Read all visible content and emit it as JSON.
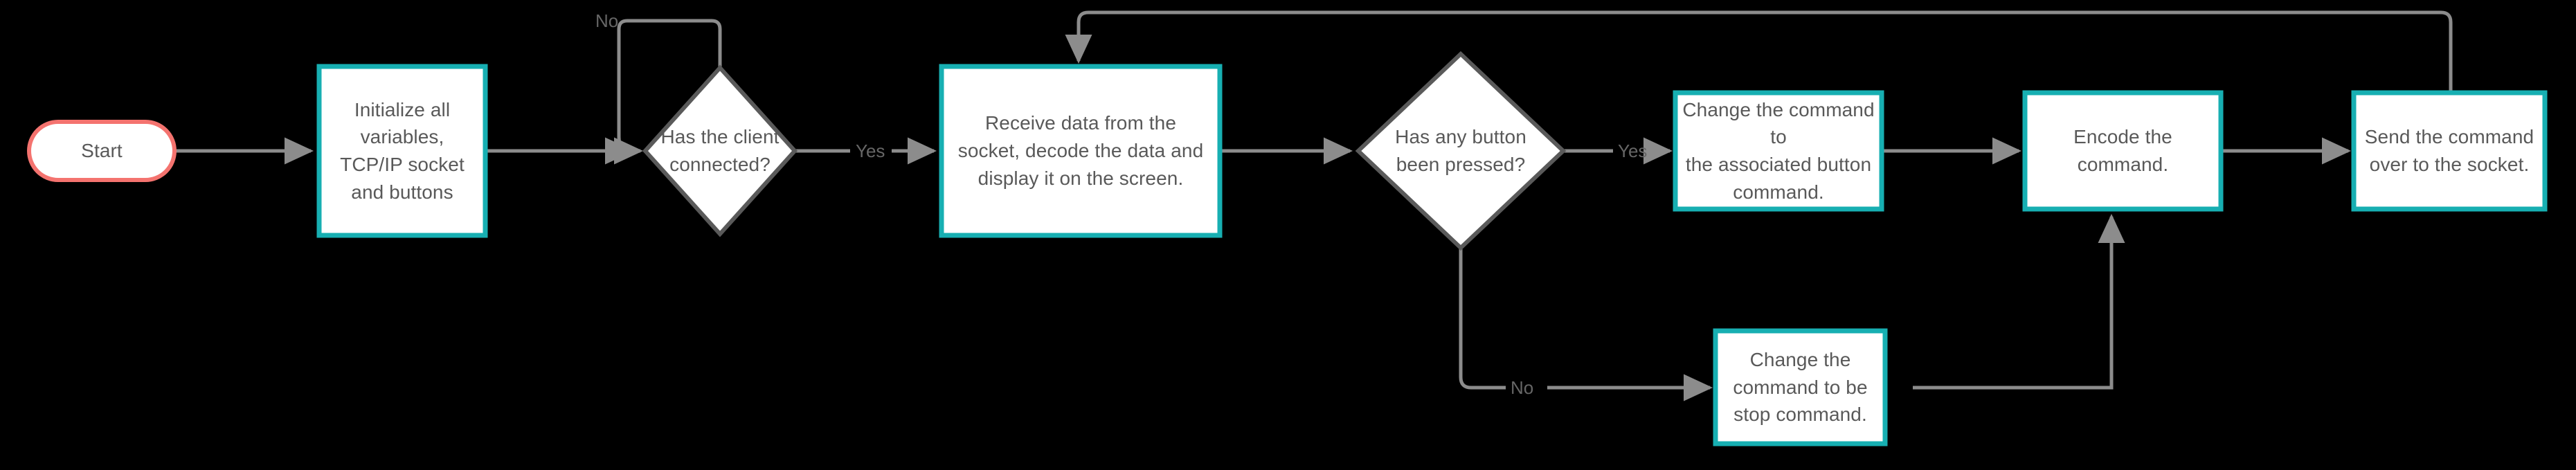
{
  "diagram": {
    "title": "TCP/IP socket client command flowchart",
    "background_color": "#000000",
    "colors": {
      "terminator_border": "#F4736F",
      "process_border": "#17AFB2",
      "decision_border": "#5A5A5A",
      "node_fill": "#FFFFFF",
      "edge": "#8C8C8C",
      "text": "#595959"
    },
    "nodes": [
      {
        "id": "start",
        "shape": "terminator",
        "label": "Start"
      },
      {
        "id": "initialize",
        "shape": "process",
        "label": "Initialize all\nvariables,\nTCP/IP socket\nand buttons"
      },
      {
        "id": "client-connected",
        "shape": "decision",
        "label": "Has the client\nconnected?"
      },
      {
        "id": "receive-data",
        "shape": "process",
        "label": "Receive data from the\nsocket, decode the data and\ndisplay it on the screen."
      },
      {
        "id": "button-pressed",
        "shape": "decision",
        "label": "Has any button\nbeen pressed?"
      },
      {
        "id": "change-command",
        "shape": "process",
        "label": "Change the command to\nthe associated button\ncommand."
      },
      {
        "id": "encode-command",
        "shape": "process",
        "label": "Encode the\ncommand."
      },
      {
        "id": "send-command",
        "shape": "process",
        "label": "Send the command\nover to the socket."
      },
      {
        "id": "stop-command",
        "shape": "process",
        "label": "Change the\ncommand to be\nstop command."
      }
    ],
    "edges": [
      {
        "id": "start-to-initialize",
        "from": "start",
        "to": "initialize",
        "label": ""
      },
      {
        "id": "initialize-to-client-connected",
        "from": "initialize",
        "to": "client-connected",
        "label": ""
      },
      {
        "id": "client-connected-no-loop",
        "from": "client-connected",
        "to": "client-connected",
        "label": "No"
      },
      {
        "id": "client-connected-yes",
        "from": "client-connected",
        "to": "receive-data",
        "label": "Yes"
      },
      {
        "id": "receive-to-button-pressed",
        "from": "receive-data",
        "to": "button-pressed",
        "label": ""
      },
      {
        "id": "button-pressed-yes",
        "from": "button-pressed",
        "to": "change-command",
        "label": "Yes"
      },
      {
        "id": "button-pressed-no",
        "from": "button-pressed",
        "to": "stop-command",
        "label": "No"
      },
      {
        "id": "change-to-encode",
        "from": "change-command",
        "to": "encode-command",
        "label": ""
      },
      {
        "id": "stop-to-encode",
        "from": "stop-command",
        "to": "encode-command",
        "label": ""
      },
      {
        "id": "encode-to-send",
        "from": "encode-command",
        "to": "send-command",
        "label": ""
      },
      {
        "id": "send-back-to-receive",
        "from": "send-command",
        "to": "receive-data",
        "label": ""
      }
    ]
  }
}
